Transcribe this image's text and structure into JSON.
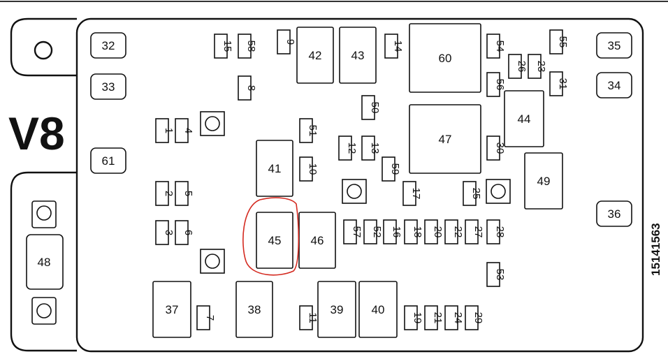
{
  "engine_label": "V8",
  "part_number": "15141563",
  "highlight_color": "#d42a20",
  "line_color": "#111111",
  "connectors": [
    "32",
    "33",
    "61",
    "35",
    "34",
    "36"
  ],
  "fuses": [
    "1",
    "4",
    "2",
    "5",
    "3",
    "6",
    "15",
    "58",
    "9",
    "8",
    "14",
    "50",
    "51",
    "10",
    "12",
    "13",
    "59",
    "17",
    "57",
    "52",
    "16",
    "18",
    "20",
    "22",
    "27",
    "28",
    "25",
    "30",
    "54",
    "56",
    "26",
    "23",
    "55",
    "31",
    "53",
    "7",
    "11",
    "19",
    "21",
    "24",
    "29"
  ],
  "relays": [
    "42",
    "43",
    "60",
    "47",
    "44",
    "49",
    "41",
    "45",
    "46",
    "37",
    "38",
    "39",
    "40"
  ],
  "large_fuse": "48",
  "highlighted_item": "45"
}
